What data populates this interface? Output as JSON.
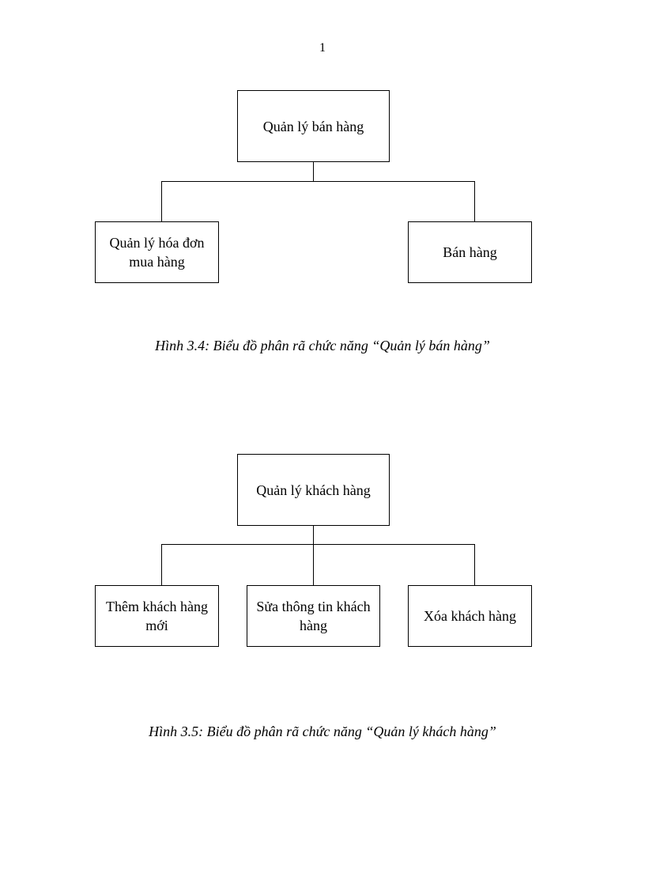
{
  "page_number": "1",
  "figure_1": {
    "root": "Quản lý bán hàng",
    "children": [
      "Quản lý hóa đơn mua hàng",
      "Bán hàng"
    ],
    "caption": "Hình 3.4: Biểu đồ phân rã chức năng “Quản lý bán hàng”"
  },
  "figure_2": {
    "root": "Quản lý khách hàng",
    "children": [
      "Thêm khách hàng mới",
      "Sửa thông tin khách hàng",
      "Xóa khách hàng"
    ],
    "caption": "Hình 3.5: Biểu đồ phân rã chức năng “Quản lý khách hàng”"
  }
}
